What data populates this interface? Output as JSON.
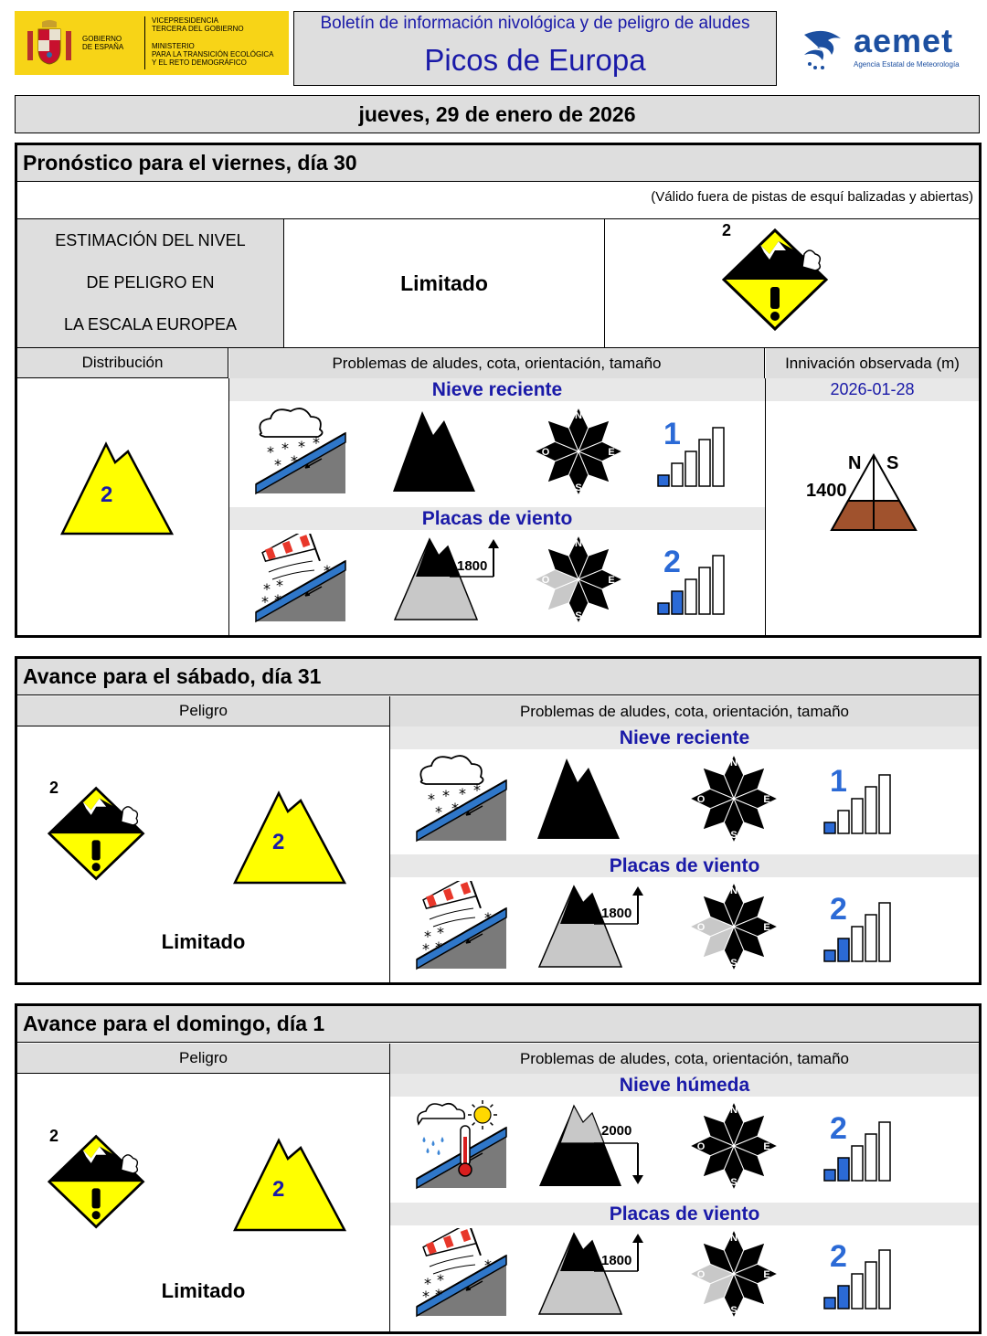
{
  "header": {
    "gov_vice_l1": "VICEPRESIDENCIA",
    "gov_vice_l2": "TERCERA DEL GOBIERNO",
    "gov_name_l1": "GOBIERNO",
    "gov_name_l2": "DE ESPAÑA",
    "gov_min_l1": "MINISTERIO",
    "gov_min_l2": "PARA LA TRANSICIÓN ECOLÓGICA",
    "gov_min_l3": "Y EL RETO DEMOGRÁFICO",
    "bulletin_title": "Boletín de información nivológica y de peligro de aludes",
    "region": "Picos de Europa",
    "aemet_name": "aemet",
    "aemet_sub": "Agencia Estatal de Meteorología"
  },
  "date": "jueves, 29 de enero de 2026",
  "forecast": {
    "title": "Pronóstico para el viernes, día 30",
    "validity": "(Válido fuera de pistas de esquí balizadas y abiertas)",
    "estimation_l1": "ESTIMACIÓN DEL NIVEL",
    "estimation_l2": "DE PELIGRO EN",
    "estimation_l3": "LA ESCALA EUROPEA",
    "level_text": "Limitado",
    "level_number": "2",
    "col_distribution": "Distribución",
    "col_problems": "Problemas de aludes, cota, orientación, tamaño",
    "col_snow": "Innivación observada (m)",
    "distribution_number": "2",
    "snow_date": "2026-01-28",
    "snow_n": "N",
    "snow_s": "S",
    "snow_altitude": "1400",
    "problems": [
      {
        "name": "Nieve reciente",
        "size": "1",
        "elevation": ""
      },
      {
        "name": "Placas de viento",
        "size": "2",
        "elevation": "1800"
      }
    ]
  },
  "outlook1": {
    "title": "Avance para el sábado, día 31",
    "col_danger": "Peligro",
    "col_problems": "Problemas de aludes, cota, orientación, tamaño",
    "level_number": "2",
    "distribution_number": "2",
    "level_text": "Limitado",
    "problems": [
      {
        "name": "Nieve reciente",
        "size": "1",
        "elevation": ""
      },
      {
        "name": "Placas de viento",
        "size": "2",
        "elevation": "1800"
      }
    ]
  },
  "outlook2": {
    "title": "Avance para el domingo, día 1",
    "col_danger": "Peligro",
    "col_problems": "Problemas de aludes, cota, orientación, tamaño",
    "level_number": "2",
    "distribution_number": "2",
    "level_text": "Limitado",
    "problems": [
      {
        "name": "Nieve húmeda",
        "size": "2",
        "elevation": "2000"
      },
      {
        "name": "Placas de viento",
        "size": "2",
        "elevation": "1800"
      }
    ]
  },
  "compass": {
    "n": "N",
    "e": "E",
    "s": "S",
    "o": "O"
  },
  "colors": {
    "title_blue": "#1a1aa8",
    "danger_yellow": "#ffff00",
    "gov_yellow": "#f7d417",
    "size_blue": "#2b6ad6",
    "aemet_blue": "#1c4fa0"
  }
}
